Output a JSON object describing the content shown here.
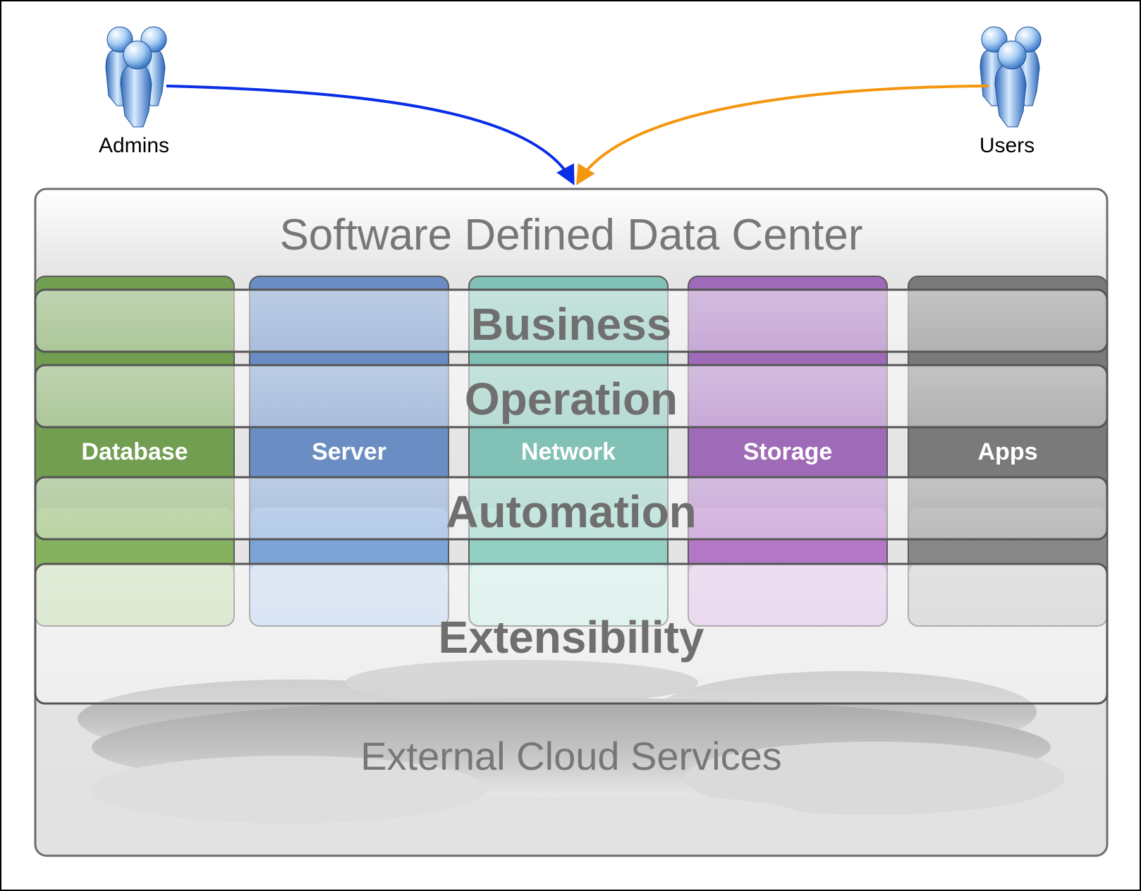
{
  "actors": [
    {
      "id": "admins",
      "label": "Admins",
      "arrow_color": "#0a2ee6"
    },
    {
      "id": "users",
      "label": "Users",
      "arrow_color": "#f5960f"
    }
  ],
  "container": {
    "title": "Software Defined Data Center"
  },
  "columns": [
    {
      "label": "Database",
      "color": "#6a9a48",
      "light": "#88b462"
    },
    {
      "label": "Server",
      "color": "#6389c2",
      "light": "#80a6d9"
    },
    {
      "label": "Network",
      "color": "#7cbfb2",
      "light": "#92d1c4"
    },
    {
      "label": "Storage",
      "color": "#9b64b5",
      "light": "#b47ac8"
    },
    {
      "label": "Apps",
      "color": "#747474",
      "light": "#8a8a8a"
    }
  ],
  "layers": [
    {
      "label": "Business"
    },
    {
      "label": "Operation"
    },
    {
      "label": "Automation"
    },
    {
      "label": "Extensibility"
    }
  ],
  "cloud": {
    "label": "External Cloud Services"
  }
}
